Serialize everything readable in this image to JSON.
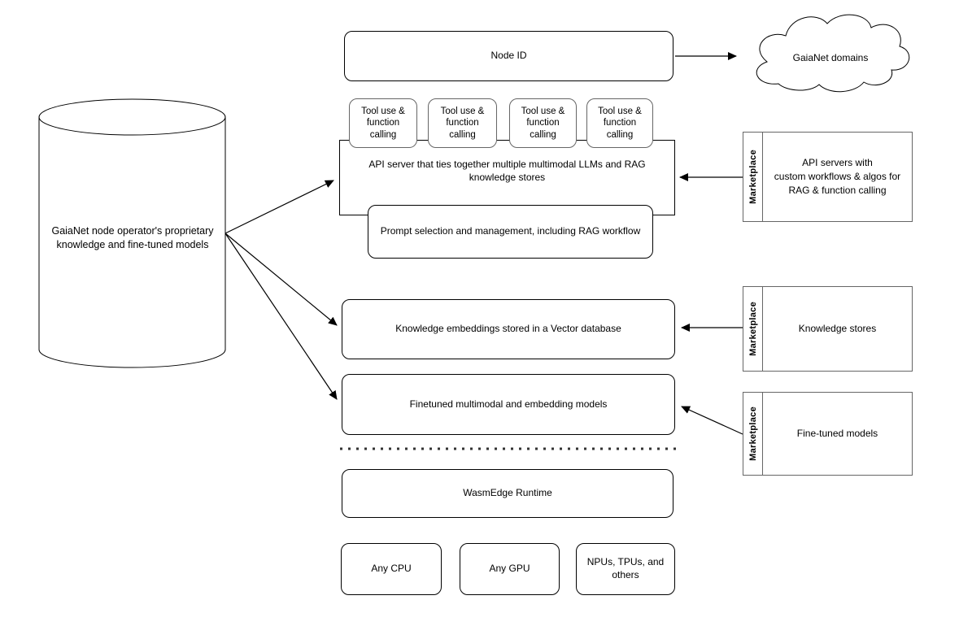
{
  "diagram": {
    "cylinder": {
      "label": "GaiaNet node operator's proprietary knowledge and fine-tuned models"
    },
    "node_id": {
      "label": "Node ID"
    },
    "cloud": {
      "label": "GaiaNet domains"
    },
    "tool_boxes": [
      {
        "label": "Tool use & function calling"
      },
      {
        "label": "Tool use & function calling"
      },
      {
        "label": "Tool use & function calling"
      },
      {
        "label": "Tool use & function calling"
      }
    ],
    "api_server": {
      "label": "API server that ties together multiple multimodal LLMs and RAG knowledge stores"
    },
    "prompt": {
      "label": "Prompt selection and management, including RAG workflow"
    },
    "knowledge": {
      "label": "Knowledge embeddings stored in a Vector database"
    },
    "finetuned": {
      "label": "Finetuned multimodal and embedding models"
    },
    "wasmedge": {
      "label": "WasmEdge Runtime"
    },
    "hardware": [
      {
        "label": "Any CPU"
      },
      {
        "label": "Any GPU"
      },
      {
        "label": "NPUs, TPUs, and others"
      }
    ],
    "marketplaces": [
      {
        "strip": "Marketplace",
        "label": "API servers with\ncustom workflows & algos for\nRAG & function calling"
      },
      {
        "strip": "Marketplace",
        "label": "Knowledge stores"
      },
      {
        "strip": "Marketplace",
        "label": "Fine-tuned models"
      }
    ],
    "colors": {
      "stroke_dark": "#000000",
      "stroke_gray": "#666666",
      "fill": "#ffffff"
    }
  }
}
